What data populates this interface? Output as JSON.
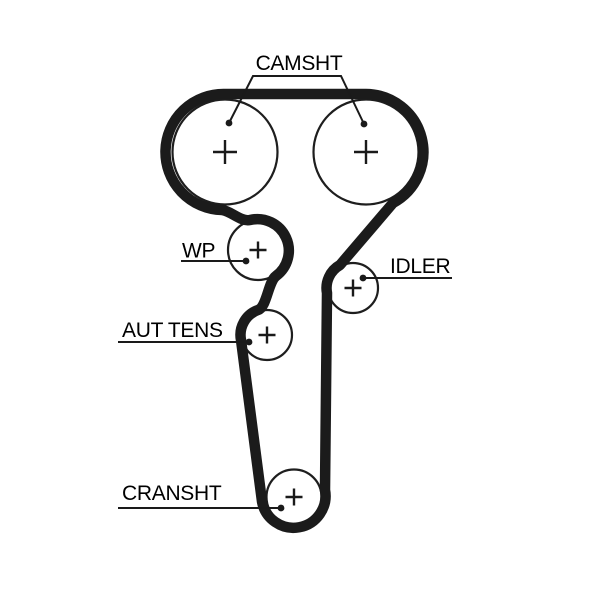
{
  "diagram": {
    "kind": "timing-belt-routing-diagram",
    "background_color": "#ffffff",
    "ink_color": "#1a1a1a",
    "labels": {
      "camshaft": "CAMSHT",
      "water_pump": "WP",
      "idler": "IDLER",
      "aut_tensioner": "AUT TENS",
      "crankshaft": "CRANSHT"
    },
    "pulleys": [
      {
        "id": "camshaft-left",
        "label": "CAMSHT",
        "center_marker": "+"
      },
      {
        "id": "camshaft-right",
        "label": "CAMSHT",
        "center_marker": "+"
      },
      {
        "id": "water-pump",
        "label": "WP",
        "center_marker": "+"
      },
      {
        "id": "idler",
        "label": "IDLER",
        "center_marker": "+"
      },
      {
        "id": "aut-tensioner",
        "label": "AUT TENS",
        "center_marker": "+"
      },
      {
        "id": "crankshaft",
        "label": "CRANSHT",
        "center_marker": "+"
      }
    ]
  }
}
